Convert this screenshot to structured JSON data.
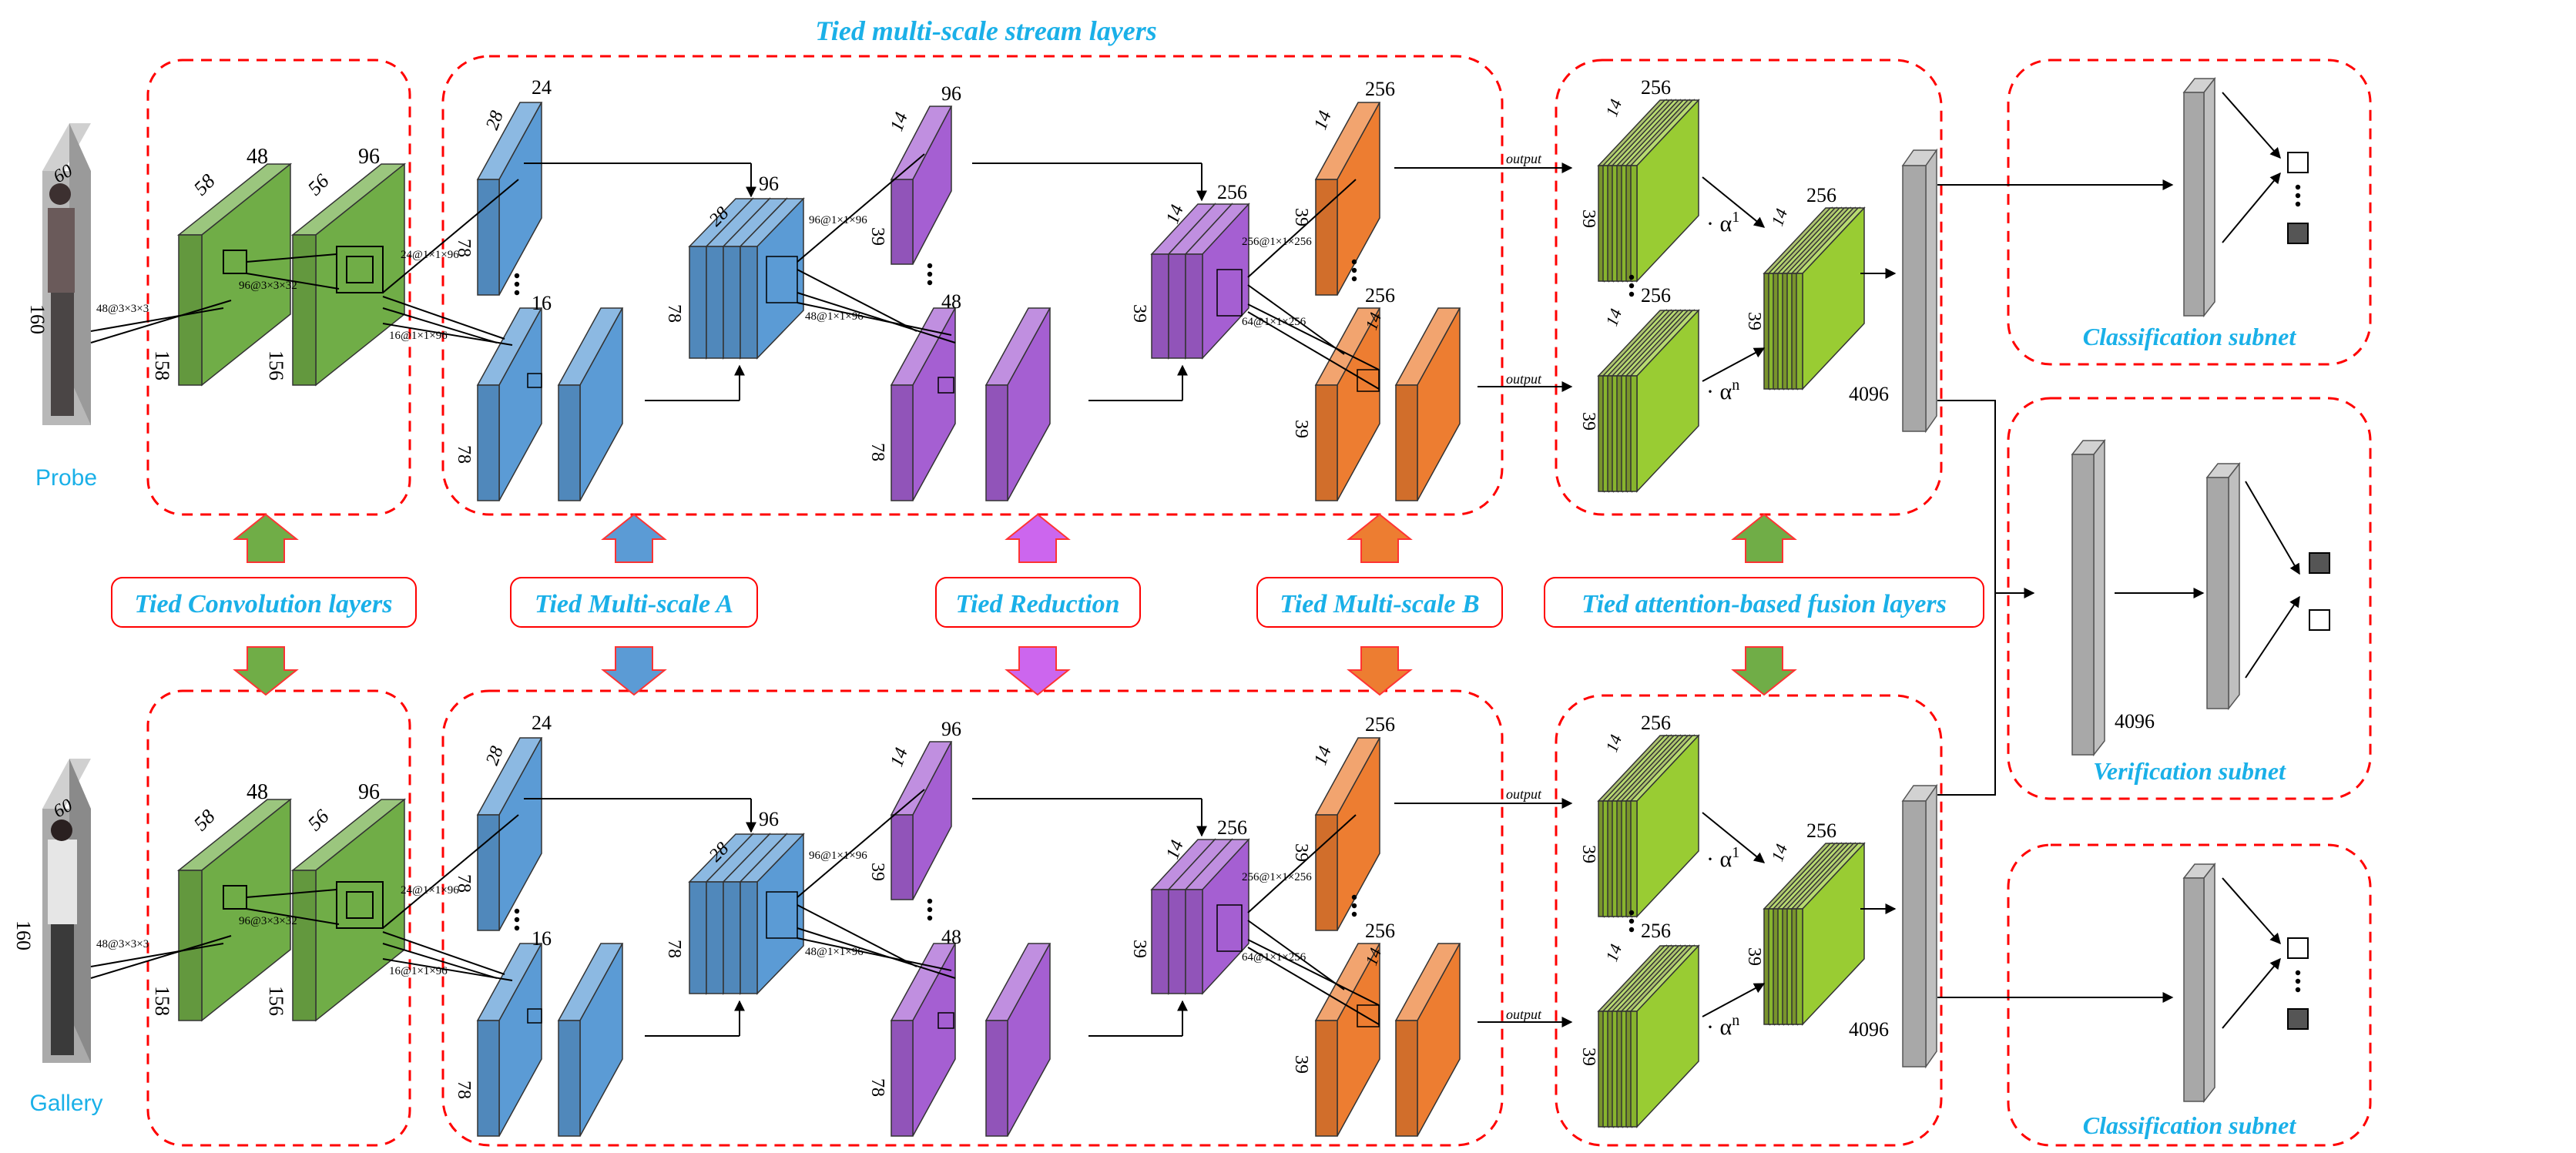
{
  "titles": {
    "stream": "Tied multi-scale stream layers",
    "conv": "Tied Convolution layers",
    "ms_a": "Tied Multi-scale A",
    "reduction": "Tied Reduction",
    "ms_b": "Tied Multi-scale B",
    "fusion": "Tied attention-based fusion layers",
    "cls": "Classification subnet",
    "verif": "Verification subnet"
  },
  "inputs": {
    "probe": "Probe",
    "gallery": "Gallery",
    "width": "60",
    "height": "160"
  },
  "conv": {
    "dims1": [
      "48",
      "58",
      "158"
    ],
    "dims2": [
      "96",
      "56",
      "156"
    ],
    "k1": "48@3×3×3",
    "k2": "96@3×3×32"
  },
  "ms_a": {
    "b1": [
      "24",
      "28",
      "78"
    ],
    "b2": [
      "16",
      "78"
    ],
    "k1": "24@1×1×96",
    "k2": "16@1×1×96",
    "out": [
      "96",
      "28",
      "78"
    ]
  },
  "red": {
    "b1": [
      "96",
      "14",
      "39"
    ],
    "b2": [
      "48",
      "78"
    ],
    "k1": "96@1×1×96",
    "k2": "48@1×1×96"
  },
  "ms_b": {
    "in": [
      "256",
      "14",
      "39"
    ],
    "b1": [
      "256",
      "39"
    ],
    "b2": [
      "256",
      "39"
    ],
    "k1": "256@1×1×256",
    "k2": "64@1×1×256",
    "b2_top": "14"
  },
  "fusion": {
    "out_label": "output",
    "s1": [
      "256",
      "14",
      "39"
    ],
    "s2": [
      "256",
      "14",
      "39"
    ],
    "fused": [
      "256",
      "14",
      "39"
    ],
    "alpha1": "· α",
    "alpha1_sup": "1",
    "alphan": "· α",
    "alphan_sup": "n",
    "fc": "4096"
  },
  "verification_fc": "4096",
  "colors": {
    "green": "#70ad47",
    "blue": "#5b9bd5",
    "purple": "#a55fd2",
    "orange": "#ed7d31",
    "lime": "#99cc33",
    "gray": "#bfbfbf",
    "accent": "#1ab0e8",
    "dash": "#ff0000"
  }
}
